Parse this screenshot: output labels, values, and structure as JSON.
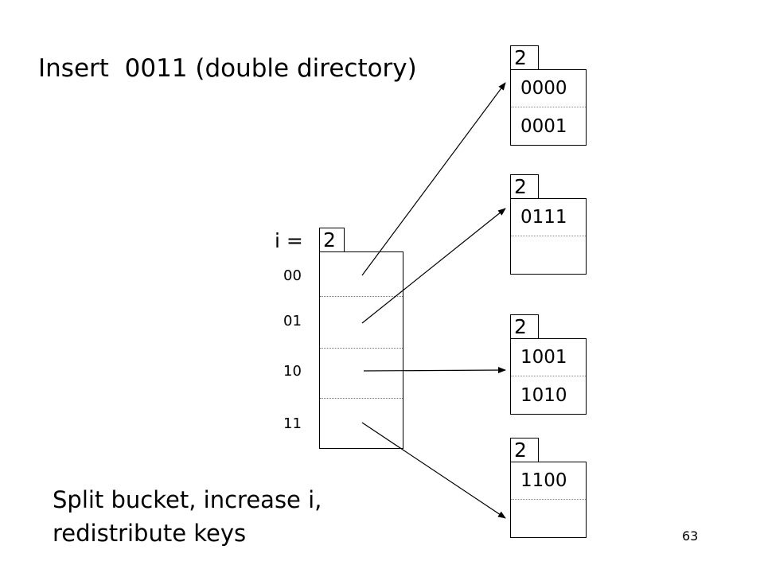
{
  "title": "Insert  0011 (double directory)",
  "caption_lines": [
    "Split bucket, increase i,",
    "redistribute keys"
  ],
  "page_number": "63",
  "directory": {
    "label": "i =",
    "global_depth": "2",
    "entries": [
      "00",
      "01",
      "10",
      "11"
    ]
  },
  "buckets": [
    {
      "local_depth": "2",
      "keys": [
        "0000",
        "0001"
      ]
    },
    {
      "local_depth": "2",
      "keys": [
        "0111",
        ""
      ]
    },
    {
      "local_depth": "2",
      "keys": [
        "1001",
        "1010"
      ]
    },
    {
      "local_depth": "2",
      "keys": [
        "1100",
        ""
      ]
    }
  ]
}
